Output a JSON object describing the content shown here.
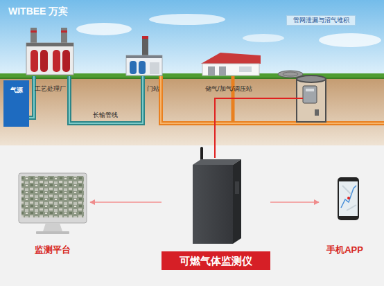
{
  "diagram": {
    "nodes": [
      {
        "text": [
          "管网泄漏与沼气堆积"
        ]
      },
      {
        "text": [
          "气源"
        ]
      },
      {
        "text": [
          "监测平台"
        ]
      },
      {
        "text": [
          "可燃气体监测仪"
        ]
      },
      {
        "text": [
          "手机APP"
        ]
      }
    ],
    "edges": [
      {
        "from": 3,
        "to": 2,
        "arrow": "to"
      },
      {
        "from": 3,
        "to": 4,
        "arrow": "to"
      }
    ],
    "labels": [
      "WITBEE 万宾",
      "工艺处理厂",
      "门站",
      "储气/加气/调压站",
      "长输管线"
    ]
  }
}
